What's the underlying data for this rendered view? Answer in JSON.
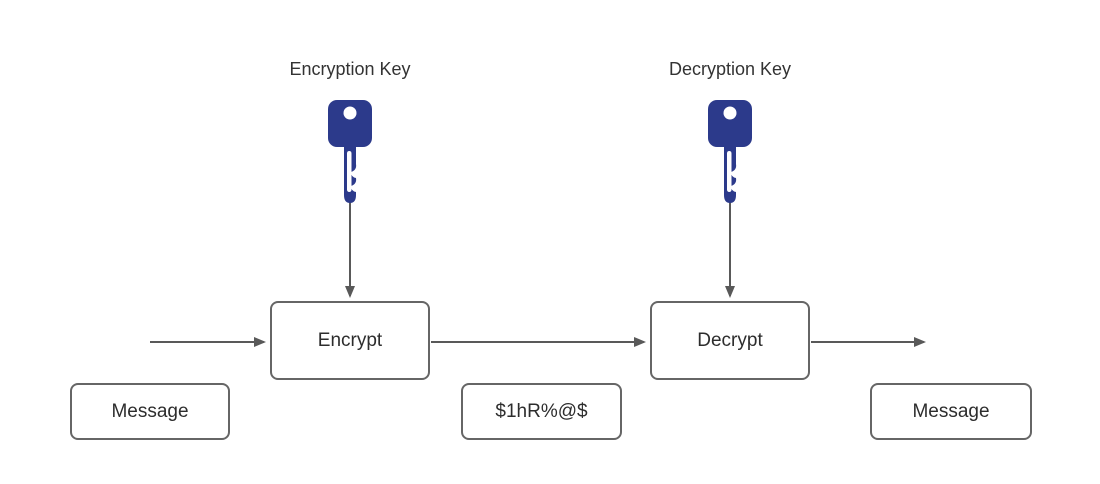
{
  "diagram": {
    "type": "flow-diagram",
    "subject": "symmetric encryption / decryption process",
    "labels": {
      "encryption_key": "Encryption Key",
      "decryption_key": "Decryption Key"
    },
    "nodes": {
      "encrypt": "Encrypt",
      "decrypt": "Decrypt",
      "message_input": "Message",
      "ciphertext": "$1hR%@$",
      "message_output": "Message"
    },
    "icons": [
      {
        "name": "encryption-key-icon",
        "glyph": "key",
        "color": "#2C3A8B"
      },
      {
        "name": "decryption-key-icon",
        "glyph": "key",
        "color": "#2C3A8B"
      }
    ],
    "connectors": [
      {
        "name": "arrow-input",
        "from": "left edge",
        "to": "Encrypt"
      },
      {
        "name": "arrow-encrypt-to-decrypt",
        "from": "Encrypt",
        "to": "Decrypt"
      },
      {
        "name": "arrow-output",
        "from": "Decrypt",
        "to": "right edge"
      },
      {
        "name": "arrow-encryption-key-down",
        "from": "encryption key",
        "to": "Encrypt"
      },
      {
        "name": "arrow-decryption-key-down",
        "from": "decryption key",
        "to": "Decrypt"
      }
    ],
    "colors": {
      "background": "#ffffff",
      "key_fill": "#2C3A8B",
      "arrow": "#595959",
      "box_border": "#666666",
      "box_text": "#2d2d2d",
      "label_text": "#333333"
    }
  }
}
